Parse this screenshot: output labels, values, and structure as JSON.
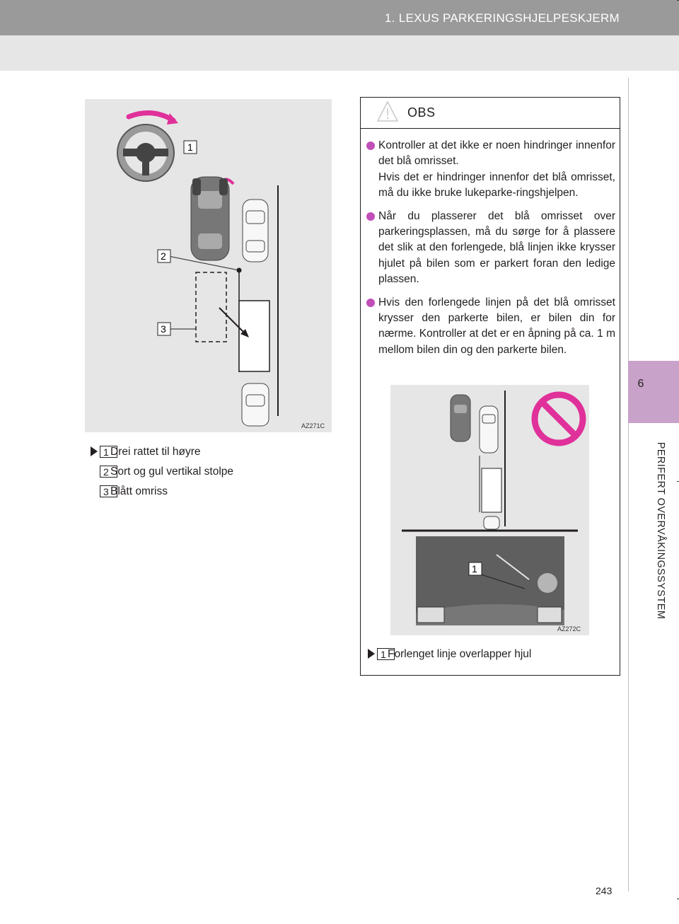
{
  "header": {
    "section_title": "1. LEXUS PARKERINGSHJELPESKJERM"
  },
  "side_tab": {
    "chapter_number": "6",
    "chapter_label": "PERIFERT OVERVÅKINGSSYSTEM"
  },
  "figure1": {
    "code": "AZ271C",
    "callout_numbers": [
      "1",
      "2",
      "3"
    ]
  },
  "figure1_callouts": [
    {
      "number": "1",
      "text": "Drei rattet til høyre"
    },
    {
      "number": "2",
      "text": "Sort og gul vertikal stolpe"
    },
    {
      "number": "3",
      "text": "Blått omriss"
    }
  ],
  "obs": {
    "title": "OBS",
    "bullets": [
      {
        "text": "Kontroller at det ikke er noen hindringer innenfor det blå omrisset.",
        "text2": "Hvis det er hindringer innenfor det blå omrisset, må du ikke bruke lukeparke-ringshjelpen."
      },
      {
        "text": "Når du plasserer det blå omrisset over parkeringsplassen, må du sørge for å plassere det slik at den forlengede, blå linjen ikke krysser hjulet på bilen som er parkert foran den ledige plassen.",
        "text2": ""
      },
      {
        "text": "Hvis den forlengede linjen på det blå omrisset krysser den parkerte bilen, er bilen din for nærme. Kontroller at det er en åpning på ca. 1 m mellom bilen din og den parkerte bilen.",
        "text2": ""
      }
    ],
    "figure2_code": "AZ272C",
    "figure2_callout": "1",
    "caption_number": "1",
    "caption_text": "Forlenget linje overlapper hjul"
  },
  "page_number": "243",
  "colors": {
    "header_band": "#9a9a9a",
    "sub_band": "#e6e6e6",
    "chapter_tab": "#c9a2c9",
    "bullet_dot": "#c050b8",
    "accent_magenta": "#e0309a",
    "figure_bg": "#e6e6e6"
  }
}
